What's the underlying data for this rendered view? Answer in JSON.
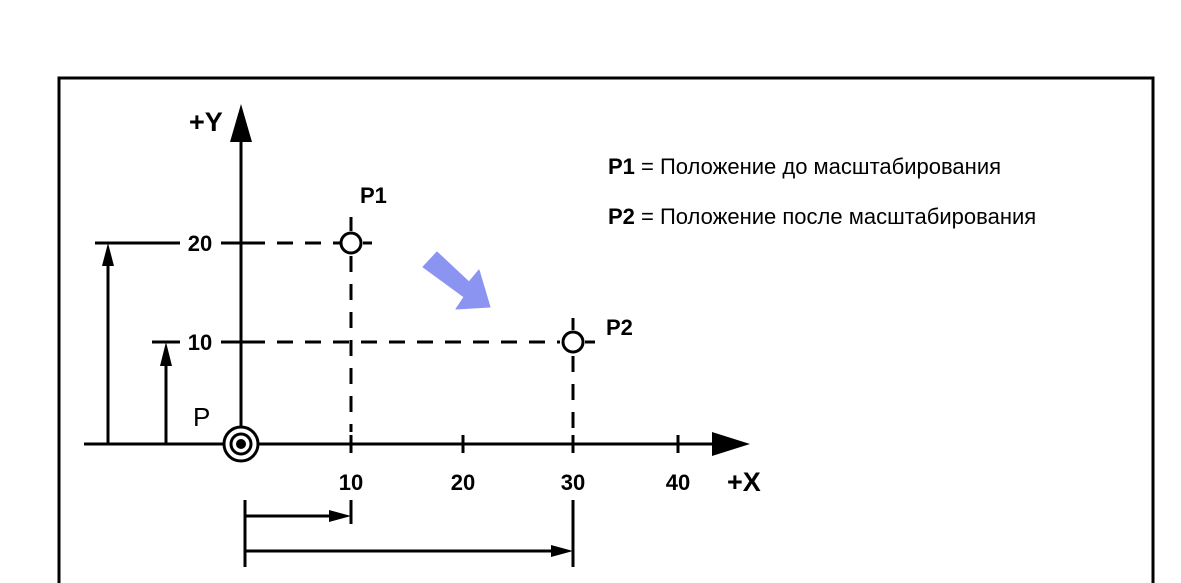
{
  "axes": {
    "x_label": "+X",
    "y_label": "+Y",
    "x_ticks": [
      "10",
      "20",
      "30",
      "40"
    ],
    "y_ticks": [
      "20",
      "10"
    ],
    "origin_label": "P"
  },
  "points": [
    {
      "label": "P1",
      "x": 10,
      "y": 20
    },
    {
      "label": "P2",
      "x": 30,
      "y": 10
    }
  ],
  "legend": [
    {
      "key": "P1",
      "text": " = Положение до масштабирования"
    },
    {
      "key": "P2",
      "text": " = Положение после масштабирования"
    }
  ],
  "colors": {
    "line": "#000000",
    "arrow_accent": "#8c94f2"
  },
  "icons": {
    "transform_arrow": "arrow-down-right-icon",
    "origin": "reference-point-icon"
  }
}
